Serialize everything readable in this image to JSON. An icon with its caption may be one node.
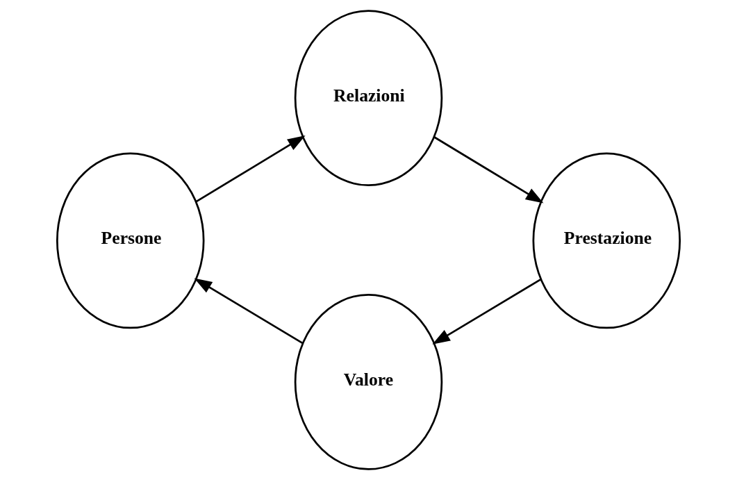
{
  "diagram": {
    "nodes": [
      {
        "text": [
          "Persone"
        ]
      },
      {
        "text": [
          "Relazioni"
        ]
      },
      {
        "text": [
          "Prestazione"
        ]
      },
      {
        "text": [
          "Valore"
        ]
      }
    ],
    "edges": [
      {
        "from": 0,
        "to": 1,
        "arrow": "to"
      },
      {
        "from": 1,
        "to": 2,
        "arrow": "to"
      },
      {
        "from": 2,
        "to": 3,
        "arrow": "to"
      },
      {
        "from": 3,
        "to": 0,
        "arrow": "to"
      }
    ]
  }
}
